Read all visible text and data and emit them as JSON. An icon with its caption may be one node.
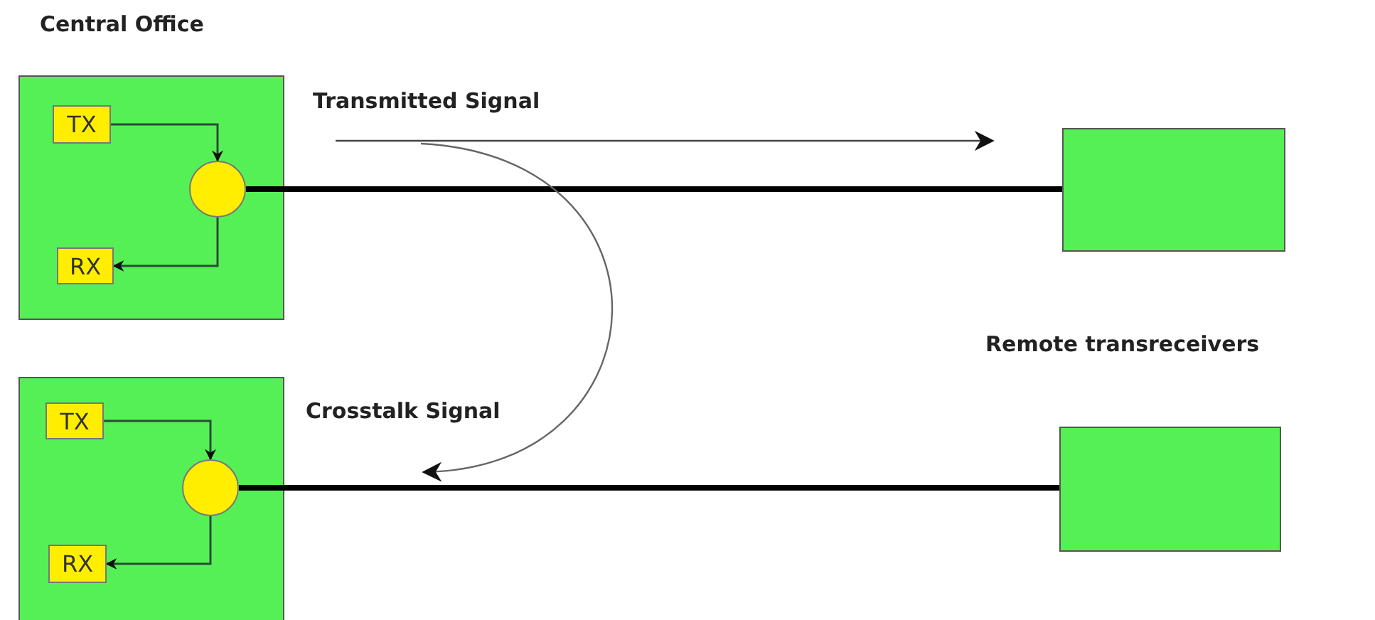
{
  "diagram": {
    "nodes": [
      {
        "text": [],
        "shape": "box"
      },
      {
        "text": [
          "TX"
        ],
        "in": 0
      },
      {
        "text": [],
        "shape": "circle",
        "in": 0
      },
      {
        "text": [
          "RX"
        ],
        "in": 0
      },
      {
        "text": [],
        "shape": "box"
      },
      {
        "text": [
          "TX"
        ],
        "in": 4
      },
      {
        "text": [],
        "shape": "circle",
        "in": 4
      },
      {
        "text": [
          "RX"
        ],
        "in": 4
      },
      {
        "text": [],
        "shape": "box"
      },
      {
        "text": [],
        "shape": "box"
      }
    ],
    "edges": [
      {
        "from": 1,
        "to": 2,
        "arrow": "to"
      },
      {
        "from": 2,
        "to": 3,
        "arrow": "to"
      },
      {
        "from": 2,
        "to": 8,
        "arrow": "none",
        "style": "thick"
      },
      {
        "from": 5,
        "to": 6,
        "arrow": "to"
      },
      {
        "from": 6,
        "to": 7,
        "arrow": "to"
      },
      {
        "from": 6,
        "to": 9,
        "arrow": "none",
        "style": "thick"
      }
    ],
    "labels": [
      "Central Office",
      "Transmitted Signal",
      "Crosstalk Signal",
      "Remote transreceivers"
    ]
  }
}
